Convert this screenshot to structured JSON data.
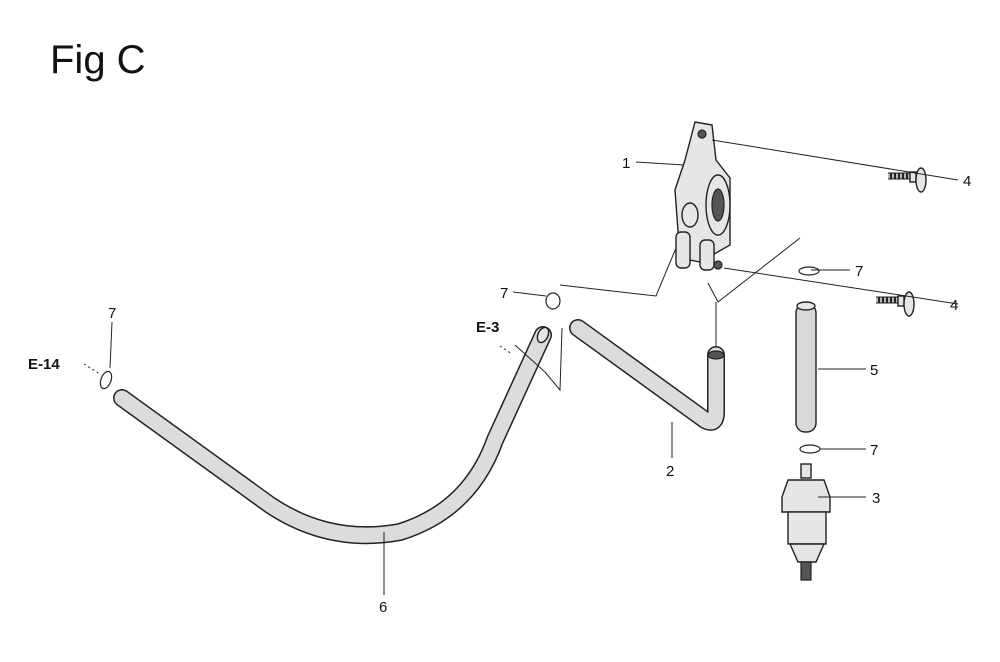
{
  "figure": {
    "title": "Fig C"
  },
  "callouts": {
    "p1": "1",
    "p2": "2",
    "p3": "3",
    "p4a": "4",
    "p4b": "4",
    "p5": "5",
    "p6": "6",
    "p7a": "7",
    "p7b": "7",
    "p7c": "7",
    "p7d": "7"
  },
  "refs": {
    "e14": "E-14",
    "e3": "E-3"
  }
}
